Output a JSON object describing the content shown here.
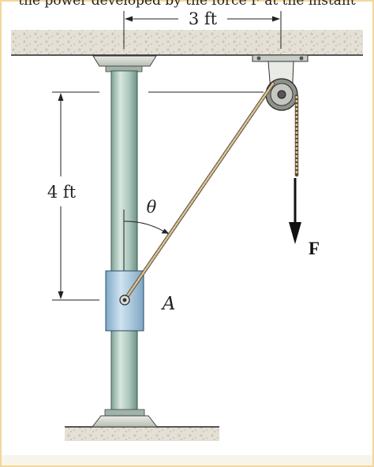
{
  "header_fragment": "the power developed by the force F at the instant",
  "dimensions": {
    "horizontal": "3 ft",
    "vertical": "4 ft"
  },
  "labels": {
    "angle": "θ",
    "collar": "A",
    "force": "F"
  },
  "colors": {
    "background": "#ffffff",
    "frame": "#f3d79a",
    "ground": "#e6e2d8",
    "pipe": "#a7c3b9",
    "collar": "#9cc4de",
    "rope": "#c8b08a",
    "ink": "#1a1a1a"
  }
}
